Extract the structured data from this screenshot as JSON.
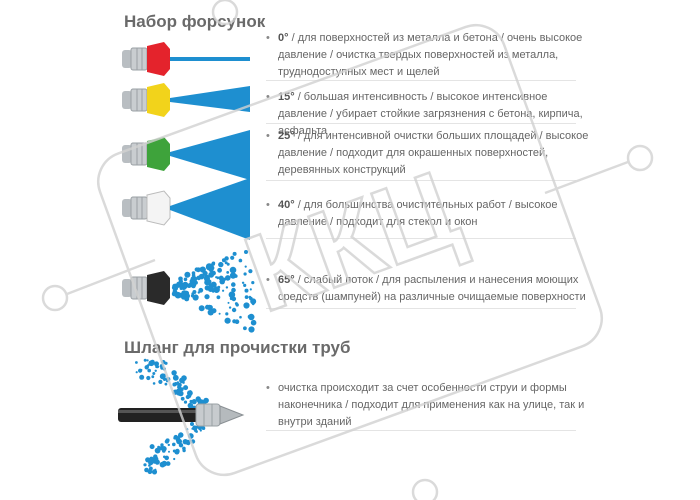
{
  "nozzles_heading": "Набор форсунок",
  "hose_heading": "Шланг для прочистки труб",
  "colors": {
    "red": "#e4232c",
    "yellow": "#f2d31b",
    "green": "#3ea33b",
    "white": "#f4f4f4",
    "black": "#2a2a2a",
    "spray": "#1e8fd0",
    "text": "#666666",
    "heading": "#6a6a6a"
  },
  "nozzles": [
    {
      "angle": "0°",
      "color": "red",
      "text": " / для поверхностей из металла и бетона / очень высокое давление / очистка твердых поверхностей из металла, труднодоступных мест и щелей"
    },
    {
      "angle": "15°",
      "color": "yellow",
      "text": " / большая интенсивность / высокое интенсивное давление / убирает стойкие загрязнения с бетона, кирпича, асфальта"
    },
    {
      "angle": "25°",
      "color": "green",
      "text": " / для интенсивной очистки больших площадей / высокое давление / подходит для окрашенных поверхностей, деревянных конструкций"
    },
    {
      "angle": "40°",
      "color": "white",
      "text": " / для большинства очистительных работ / высокое давление / подходит для стекол и окон"
    },
    {
      "angle": "65°",
      "color": "black",
      "text": " / слабый поток / для распыления и нанесения моющих средств (шампуней) на различные очищаемые поверхности"
    }
  ],
  "hose_text": "очистка происходит за счет особенности струи и формы наконечника / подходит для применения как на улице, так и внутри зданий",
  "watermark_text": "ККЦ"
}
